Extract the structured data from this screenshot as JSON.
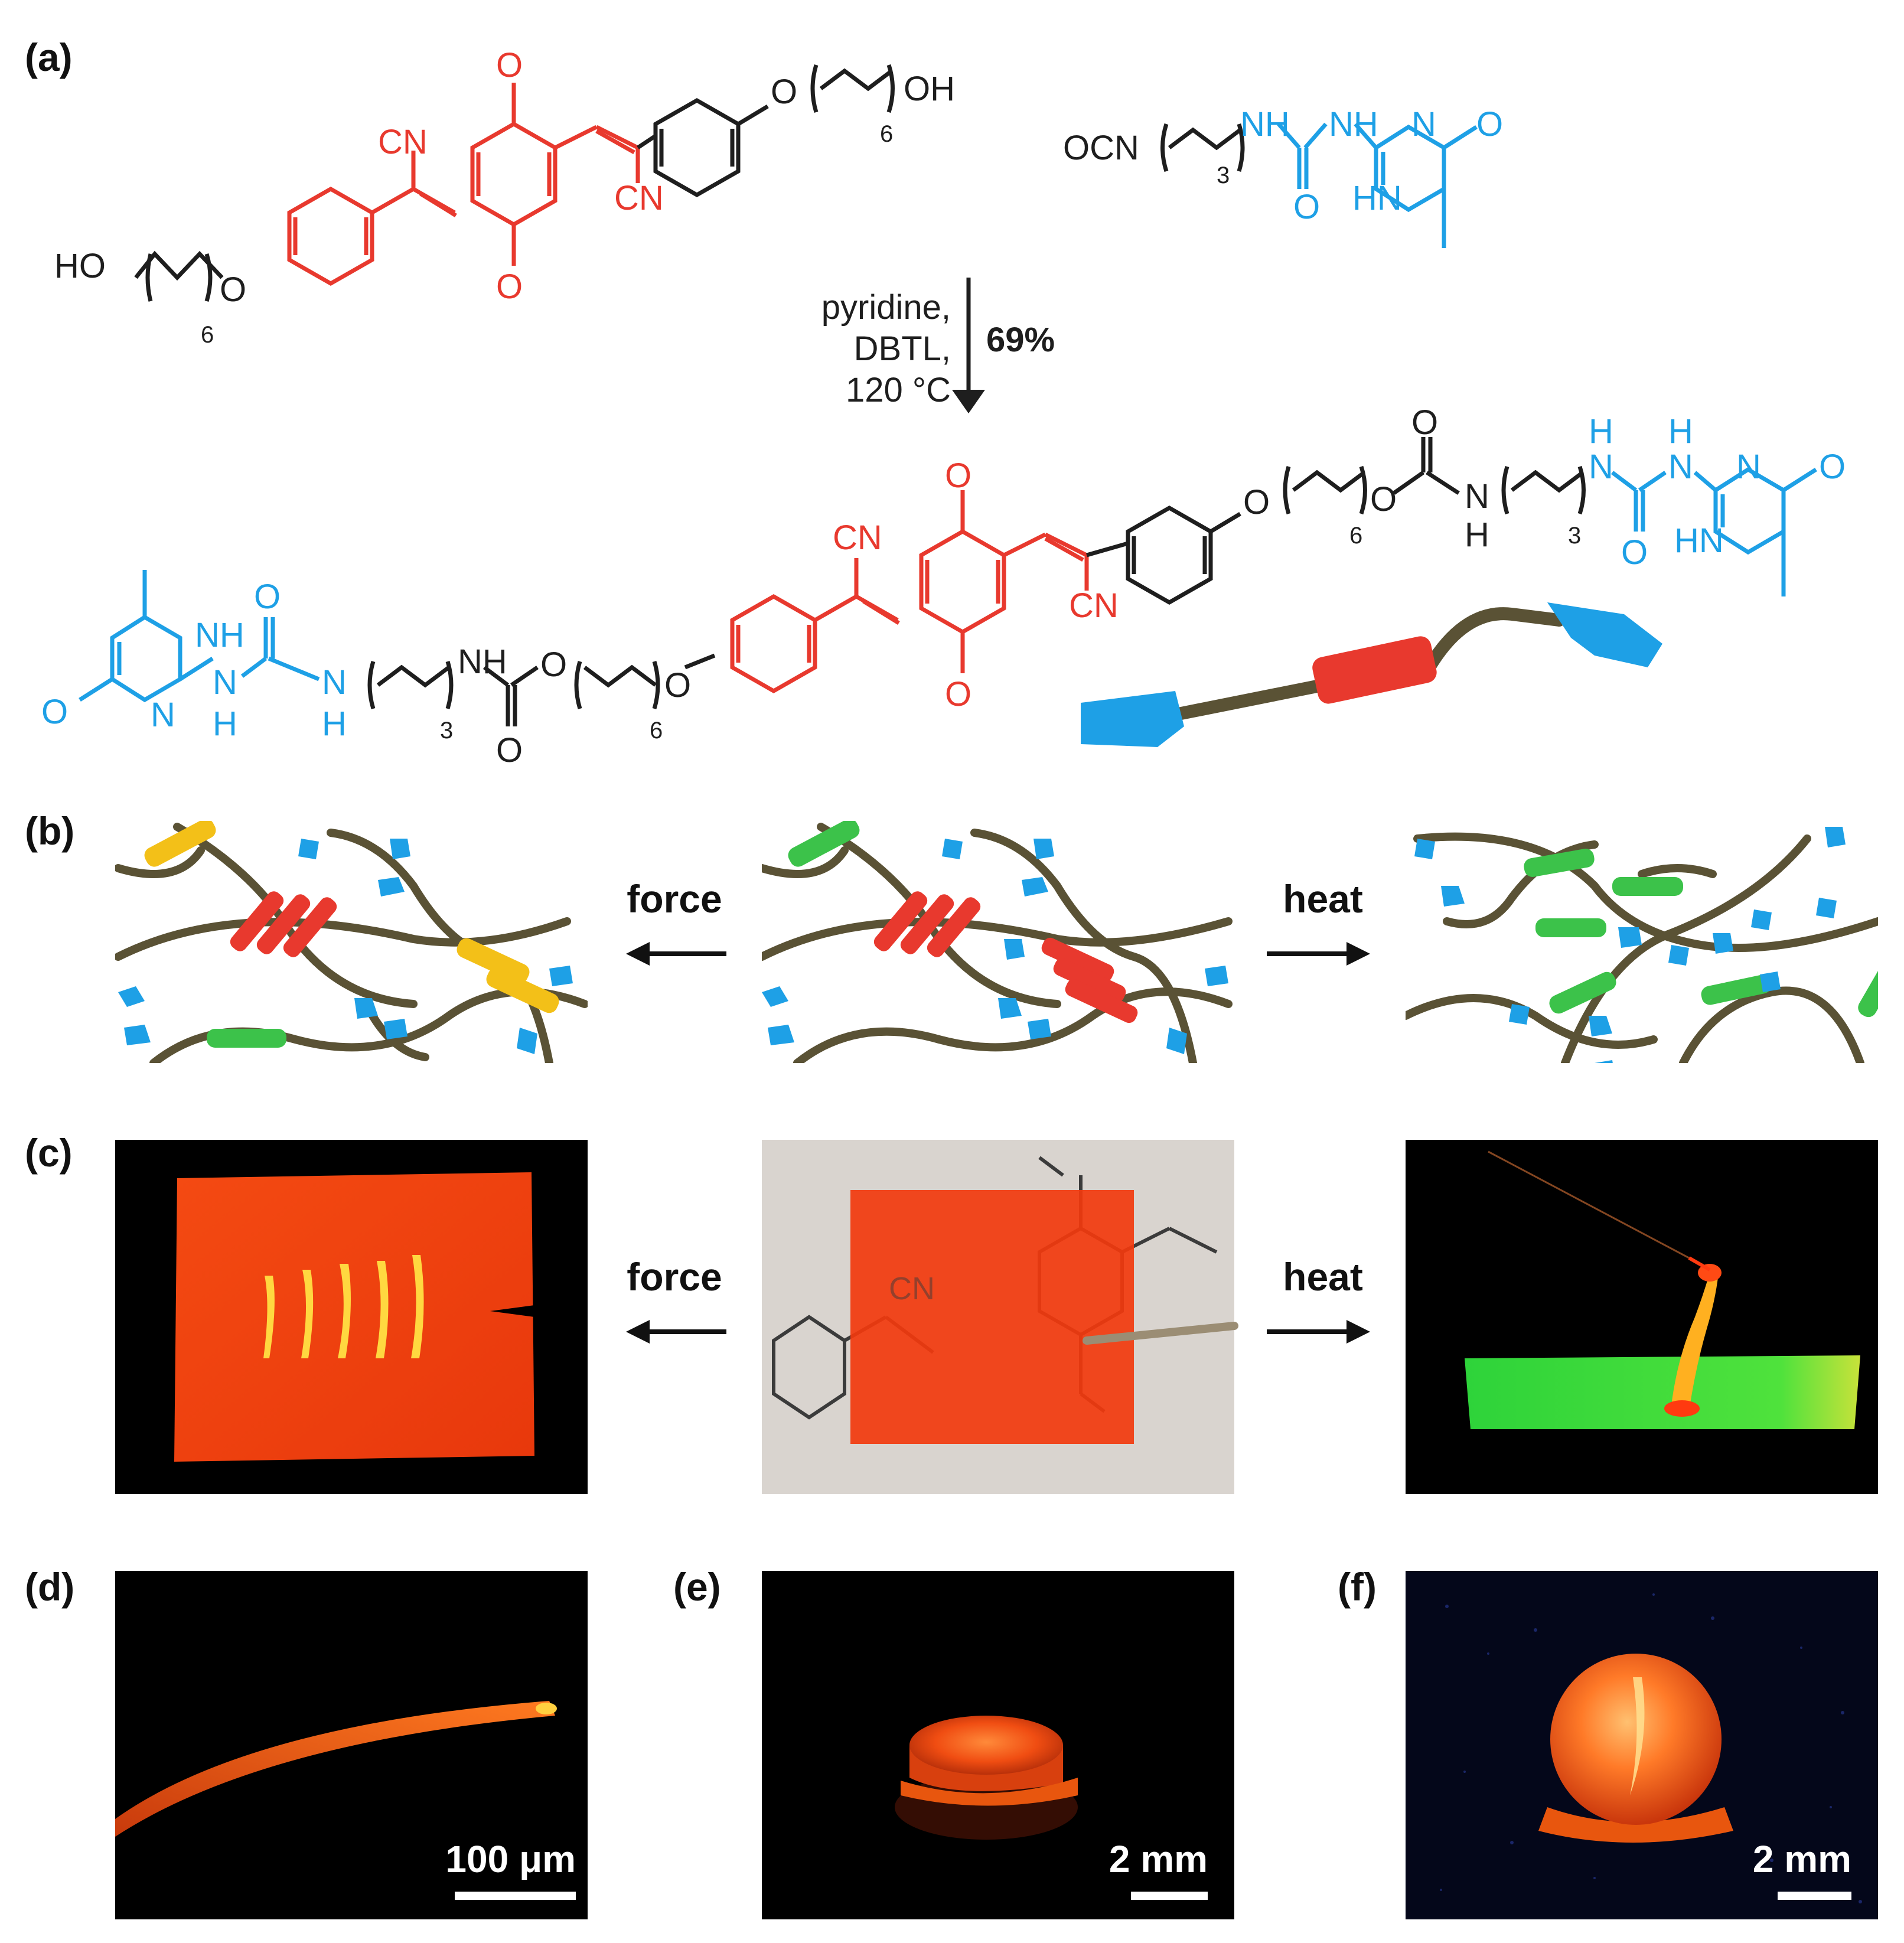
{
  "colors": {
    "red": "#e8392e",
    "blue": "#1ea0e6",
    "black": "#1e1e1e",
    "tether": "#5a5235",
    "green": "#3cc24a",
    "yellow": "#f3c018",
    "photo_orange": "#f04010",
    "photo_bg": "#000000"
  },
  "panels": {
    "a": "(a)",
    "b": "(b)",
    "c": "(c)",
    "d": "(d)",
    "e": "(e)",
    "f": "(f)"
  },
  "chem": {
    "methoxy": "O",
    "cn": "CN",
    "ho": "HO",
    "oh": "OH",
    "o": "O",
    "ocn": "OCN",
    "nh": "NH",
    "hn": "HN",
    "n": "N",
    "h": "H",
    "sub6": "6",
    "sub3": "3"
  },
  "reaction": {
    "cond1": "pyridine,",
    "cond2": "DBTL,",
    "cond3": "120 °C",
    "yield": "69%"
  },
  "arrows": {
    "force": "force",
    "heat": "heat"
  },
  "scalebars": {
    "d": "100 μm",
    "e": "2 mm",
    "f": "2 mm"
  }
}
